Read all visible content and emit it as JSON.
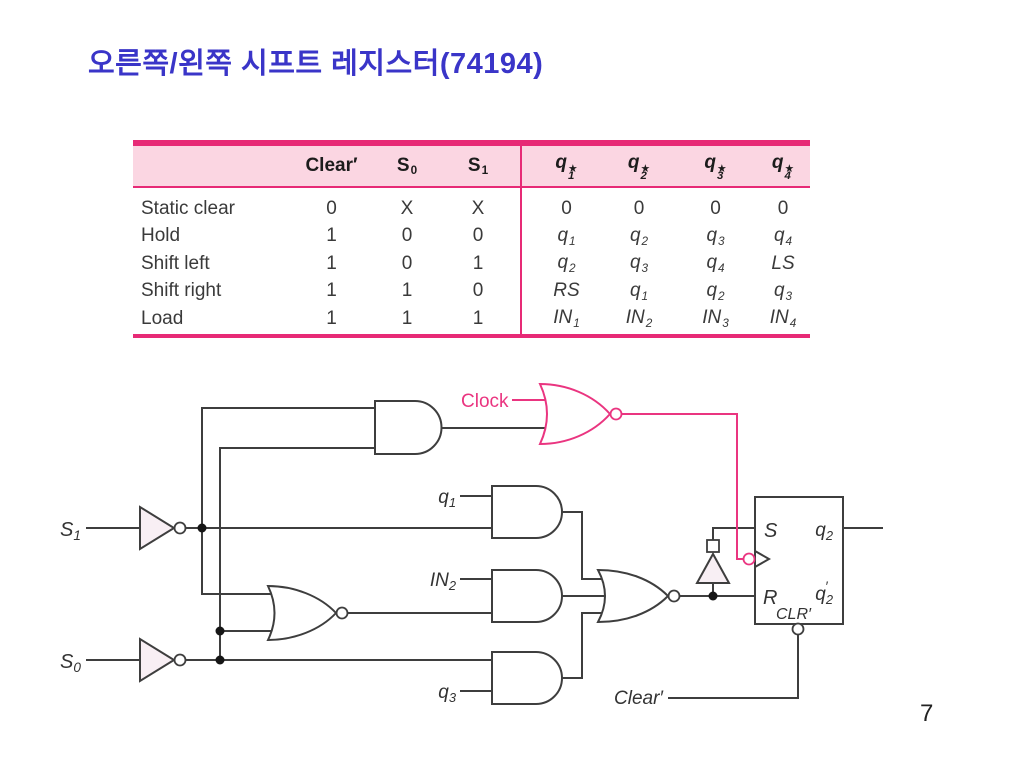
{
  "page": {
    "title": "오른쪽/왼쪽 시프트 레지스터(74194)",
    "number": "7"
  },
  "colors": {
    "magenta": "#e72a76",
    "header_pink": "#fbd6e2",
    "title_blue": "#3a35c8",
    "circuit_pink": "#ea3580",
    "line_gray": "#3e3e3e"
  },
  "table": {
    "headers": [
      {
        "t": ""
      },
      {
        "t": "Clear′"
      },
      {
        "t": "S_0"
      },
      {
        "t": "S_1"
      },
      {
        "t": "q_1^★",
        "i": 1
      },
      {
        "t": "q_2^★",
        "i": 1
      },
      {
        "t": "q_3^★",
        "i": 1
      },
      {
        "t": "q_4^★",
        "i": 1
      }
    ],
    "rows": [
      {
        "label": "Static clear",
        "cells": [
          {
            "t": "0"
          },
          {
            "t": "X"
          },
          {
            "t": "X"
          },
          {
            "t": "0"
          },
          {
            "t": "0"
          },
          {
            "t": "0"
          },
          {
            "t": "0"
          }
        ]
      },
      {
        "label": "Hold",
        "cells": [
          {
            "t": "1"
          },
          {
            "t": "0"
          },
          {
            "t": "0"
          },
          {
            "t": "q_1",
            "i": 1
          },
          {
            "t": "q_2",
            "i": 1
          },
          {
            "t": "q_3",
            "i": 1
          },
          {
            "t": "q_4",
            "i": 1
          }
        ]
      },
      {
        "label": "Shift left",
        "cells": [
          {
            "t": "1"
          },
          {
            "t": "0"
          },
          {
            "t": "1"
          },
          {
            "t": "q_2",
            "i": 1
          },
          {
            "t": "q_3",
            "i": 1
          },
          {
            "t": "q_4",
            "i": 1
          },
          {
            "t": "LS",
            "i": 1
          }
        ]
      },
      {
        "label": "Shift right",
        "cells": [
          {
            "t": "1"
          },
          {
            "t": "1"
          },
          {
            "t": "0"
          },
          {
            "t": "RS",
            "i": 1
          },
          {
            "t": "q_1",
            "i": 1
          },
          {
            "t": "q_2",
            "i": 1
          },
          {
            "t": "q_3",
            "i": 1
          }
        ]
      },
      {
        "label": "Load",
        "cells": [
          {
            "t": "1"
          },
          {
            "t": "1"
          },
          {
            "t": "1"
          },
          {
            "t": "IN_1",
            "i": 1
          },
          {
            "t": "IN_2",
            "i": 1
          },
          {
            "t": "IN_3",
            "i": 1
          },
          {
            "t": "IN_4",
            "i": 1
          }
        ]
      }
    ]
  },
  "circuit": {
    "labels": {
      "clock": "Clock",
      "s1": "S_1",
      "s0": "S_0",
      "q1": "q_1",
      "in2": "IN_2",
      "q3": "q_3",
      "clear": "Clear′",
      "ff_s": "S",
      "ff_r": "R",
      "ff_q2": "q_2",
      "ff_q2p": "q_2^′",
      "ff_clr": "CLR′"
    }
  }
}
